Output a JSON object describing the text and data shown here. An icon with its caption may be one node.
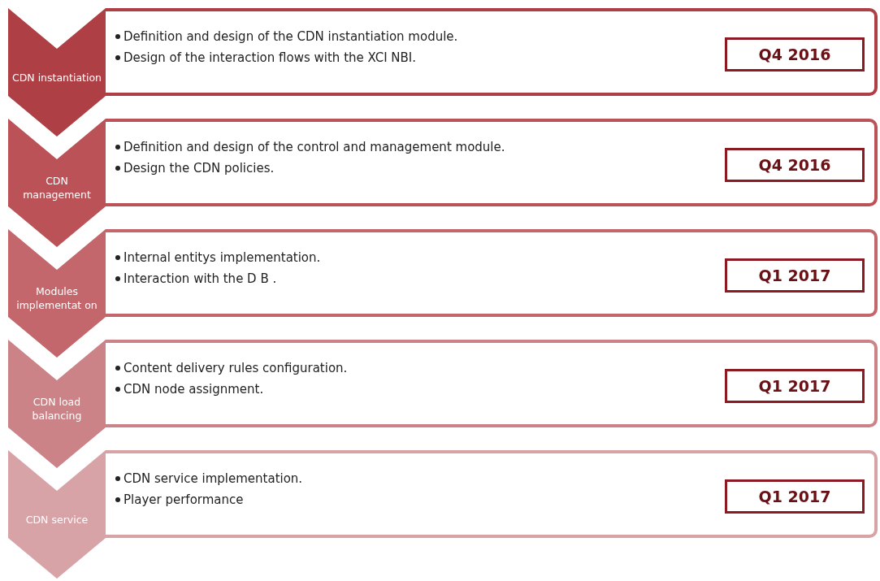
{
  "diagram": {
    "nodes": [
      {
        "text": [
          "CDN instantiation"
        ]
      },
      {
        "text": [
          "Definition and design of the CDN instantiation module.",
          "Design of the interaction flows with the XCI NBI."
        ]
      },
      {
        "text": [
          "Q4 2016"
        ],
        "in": 1
      },
      {
        "text": [
          "CDN management"
        ]
      },
      {
        "text": [
          "Definition and design of the control and management module.",
          "Design the CDN policies."
        ]
      },
      {
        "text": [
          "Q4 2016"
        ],
        "in": 4
      },
      {
        "text": [
          "Modules implementat on"
        ]
      },
      {
        "text": [
          "Internal entitys implementation.",
          "Interaction with the D B ."
        ]
      },
      {
        "text": [
          "Q1 2017"
        ],
        "in": 7
      },
      {
        "text": [
          "CDN load balancing"
        ]
      },
      {
        "text": [
          "Content delivery rules configuration.",
          "CDN node assignment."
        ]
      },
      {
        "text": [
          "Q1 2017"
        ],
        "in": 10
      },
      {
        "text": [
          "CDN service"
        ]
      },
      {
        "text": [
          "CDN service implementation.",
          "Player performance"
        ]
      },
      {
        "text": [
          "Q1 2017"
        ],
        "in": 13
      }
    ]
  }
}
